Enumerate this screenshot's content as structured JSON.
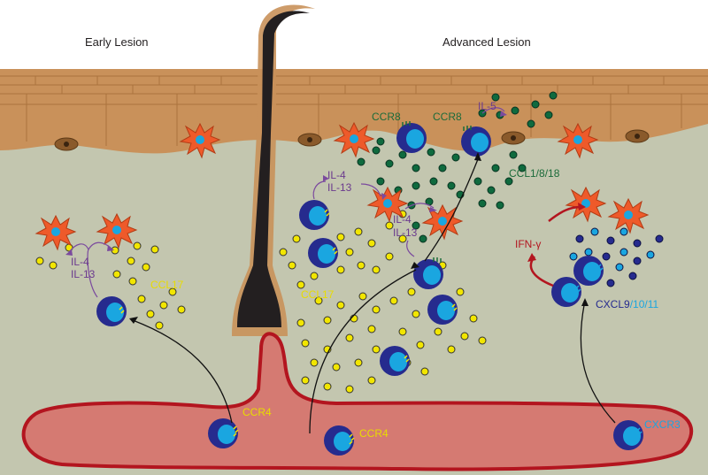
{
  "headings": {
    "early": "Early Lesion",
    "advanced": "Advanced Lesion"
  },
  "labels": {
    "ccr8_a": "CCR8",
    "ccr8_b": "CCR8",
    "il5": "IL-5",
    "ccl1_8_18": "CCL1/8/18",
    "il4_a": "IL-4",
    "il13_a": "IL-13",
    "il4_b": "IL-4",
    "il13_b": "IL-13",
    "il4_c": "IL-4",
    "il13_c": "IL-13",
    "ccl17_a": "CCL17",
    "ccl17_b": "CCL17",
    "ifn": "IFN-γ",
    "cxcl_a": "CXCL9",
    "cxcl_b": "/10/11",
    "ccr4_a": "CCR4",
    "ccr4_b": "CCR4",
    "cxcr3": "CXCR3"
  },
  "colors": {
    "epidermis": "#C9915A",
    "epidermis_line": "#A46B36",
    "dermis": "#C3C6AF",
    "vessel_fill": "#D57A72",
    "vessel_line": "#B3151F",
    "hair": "#231F20",
    "tcell_outer": "#262B8E",
    "tcell_inner": "#1AA6E0",
    "dc": "#EE5A2A",
    "ccl17": "#F2E600",
    "ccl1": "#0F6A3E",
    "cytokine_text": "#6B3A8E",
    "ccr8_text": "#1B6B3A",
    "ifn_text": "#B3151F",
    "cxcl_dark": "#262B8E",
    "cxcl_light": "#1AA6E0"
  }
}
